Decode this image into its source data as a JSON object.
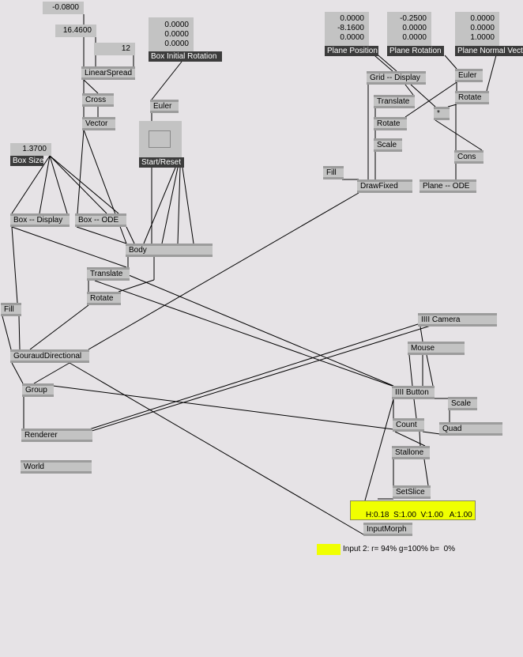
{
  "ioboxes": {
    "offset": "-0.0800",
    "count_a": "16.4600",
    "count_b": "12",
    "box_size": "1.3700",
    "box_rotation": [
      "0.0000",
      "0.0000",
      "0.0000"
    ],
    "plane_position": [
      "0.0000",
      "-8.1600",
      "0.0000"
    ],
    "plane_rotation": [
      "-0.2500",
      "0.0000",
      "0.0000"
    ],
    "plane_normal": [
      "0.0000",
      "0.0000",
      "1.0000"
    ]
  },
  "labels": {
    "box_size": "Box Size",
    "box_rotation": "Box Initial Rotation",
    "start_reset": "Start/Reset",
    "plane_position": "Plane Position",
    "plane_rotation": "Plane Rotation",
    "plane_normal": "Plane Normal Vect"
  },
  "nodes": {
    "linearspread": "LinearSpread",
    "cross": "Cross",
    "vector": "Vector",
    "euler1": "Euler",
    "box_display": "Box -- Display",
    "box_ode": "Box -- ODE",
    "body": "Body",
    "translate1": "Translate",
    "rotate1": "Rotate",
    "fill1": "Fill",
    "gouraud": "GouraudDirectional",
    "group": "Group",
    "renderer": "Renderer",
    "world": "World",
    "grid_display": "Grid -- Display",
    "euler2": "Euler",
    "translate2": "Translate",
    "rotate2": "Rotate",
    "multiply": "*",
    "rotate3": "Rotate",
    "scale1": "Scale",
    "cons": "Cons",
    "fill2": "Fill",
    "drawfixed": "DrawFixed",
    "plane_ode": "Plane -- ODE",
    "camera": "IIII Camera",
    "mouse": "Mouse",
    "button": "IIII Button",
    "scale2": "Scale",
    "count": "Count",
    "quad": "Quad",
    "stallone": "Stallone",
    "setslice": "SetSlice",
    "inputmorph": "InputMorph"
  },
  "color_box": {
    "value": "H:0.18  S:1.00  V:1.00   A:1.00",
    "color": "#f0ff00"
  },
  "tooltip": {
    "text": "Input 2: r= 94% g=100% b=  0%",
    "swatch": "#f0ff00"
  }
}
